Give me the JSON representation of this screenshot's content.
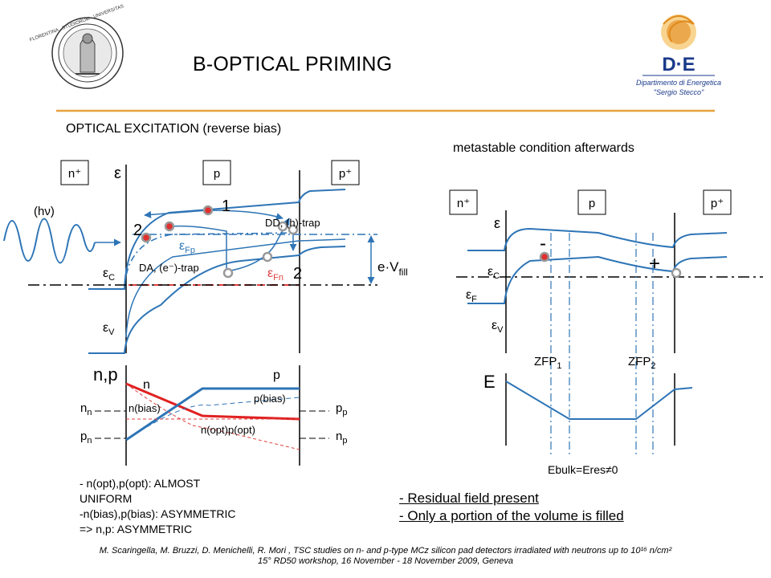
{
  "header": {
    "title": "B-OPTICAL PRIMING",
    "logo_left_text": "FLORENTINA · STUDIORUM · UNIVERSITAS",
    "logo_right_brand": "D·E",
    "logo_right_sub1": "Dipartimento di Energetica",
    "logo_right_sub2": "\"Sergio Stecco\"",
    "rule_color": "#E6A23C"
  },
  "left_panel": {
    "heading": "OPTICAL EXCITATION  (reverse bias)",
    "regions": [
      "n⁺",
      "p",
      "p⁺"
    ],
    "epsilon": "ε",
    "photon": "(hν)",
    "marker_1": "1",
    "marker_2a": "2",
    "marker_2b": "2",
    "dd_label": "DD, (h)-trap",
    "da_label": "DA, (e⁻)-trap",
    "efp_main": "ε",
    "efp_sub": "Fp",
    "efn_main": "ε",
    "efn_sub": "Fn",
    "ec_main": "ε",
    "ec_sub": "C",
    "ev_main": "ε",
    "ev_sub": "V",
    "vfill_main": "e·V",
    "vfill_sub": "fill",
    "carrier_axis": "n,p",
    "curve_n": "n",
    "curve_p": "p",
    "nn_main": "n",
    "nn_sub": "n",
    "pn_main": "p",
    "pn_sub": "n",
    "pp_main": "p",
    "pp_sub": "p",
    "np_main": "n",
    "np_sub": "p",
    "n_bias": "n(bias)",
    "p_bias": "p(bias)",
    "opt_label": "n(opt)p(opt)",
    "colors": {
      "band": "#2E75B6",
      "n_curve": "#E02020",
      "p_curve": "#2E75B6",
      "efn": "#E04040"
    }
  },
  "notes": {
    "line1": "- n(opt),p(opt): ALMOST",
    "line2": "UNIFORM",
    "line3": "-n(bias),p(bias): ASYMMETRIC",
    "line4": "=> n,p: ASYMMETRIC"
  },
  "right_panel": {
    "heading": "metastable condition afterwards",
    "regions": [
      "n⁺",
      "p",
      "p⁺"
    ],
    "epsilon": "ε",
    "ec_main": "ε",
    "ec_sub": "C",
    "ef_main": "ε",
    "ef_sub": "F",
    "ev_main": "ε",
    "ev_sub": "V",
    "minus": "-",
    "plus": "+",
    "zfp1_main": "ZFP",
    "zfp1_sub": "1",
    "zfp2_main": "ZFP",
    "zfp2_sub": "2",
    "field_axis": "E",
    "ebulk": "Ebulk=Eres≠0"
  },
  "conclusions": {
    "line1": "- Residual field present",
    "line2": "- Only a portion of the volume is filled"
  },
  "reference": {
    "line1": "M. Scaringella, M. Bruzzi, D. Menichelli, R. Mori , TSC studies on n- and p-type MCz silicon pad detectors irradiated with neutrons up to 10¹⁶ n/cm²",
    "line2": "15° RD50 workshop, 16 November - 18 November 2009, Geneva"
  }
}
